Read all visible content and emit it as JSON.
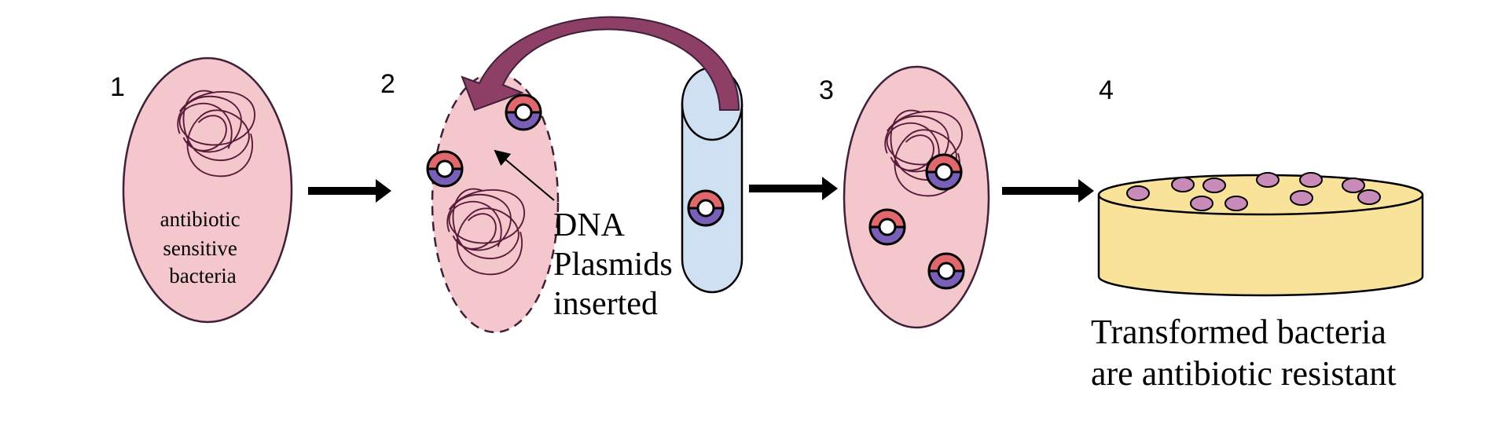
{
  "steps": [
    {
      "number": "1",
      "label_lines": [
        "antibiotic",
        "sensitive",
        "bacteria"
      ]
    },
    {
      "number": "2",
      "label_lines": [
        "DNA",
        "Plasmids",
        "inserted"
      ]
    },
    {
      "number": "3"
    },
    {
      "number": "4",
      "label_lines": [
        "Transformed bacteria",
        "are antibiotic resistant"
      ]
    }
  ],
  "colors": {
    "cell_fill": "#f4c7cc",
    "cell_stroke": "#3f1f3a",
    "dna_stroke": "#5a1a3a",
    "plasmid_red": "#e0676c",
    "plasmid_purple": "#7a5fb8",
    "tube_fill": "#cfe0f2",
    "curved_arrow": "#8e3f66",
    "dish_fill": "#f9e29a",
    "colony_fill": "#c98bb8"
  }
}
